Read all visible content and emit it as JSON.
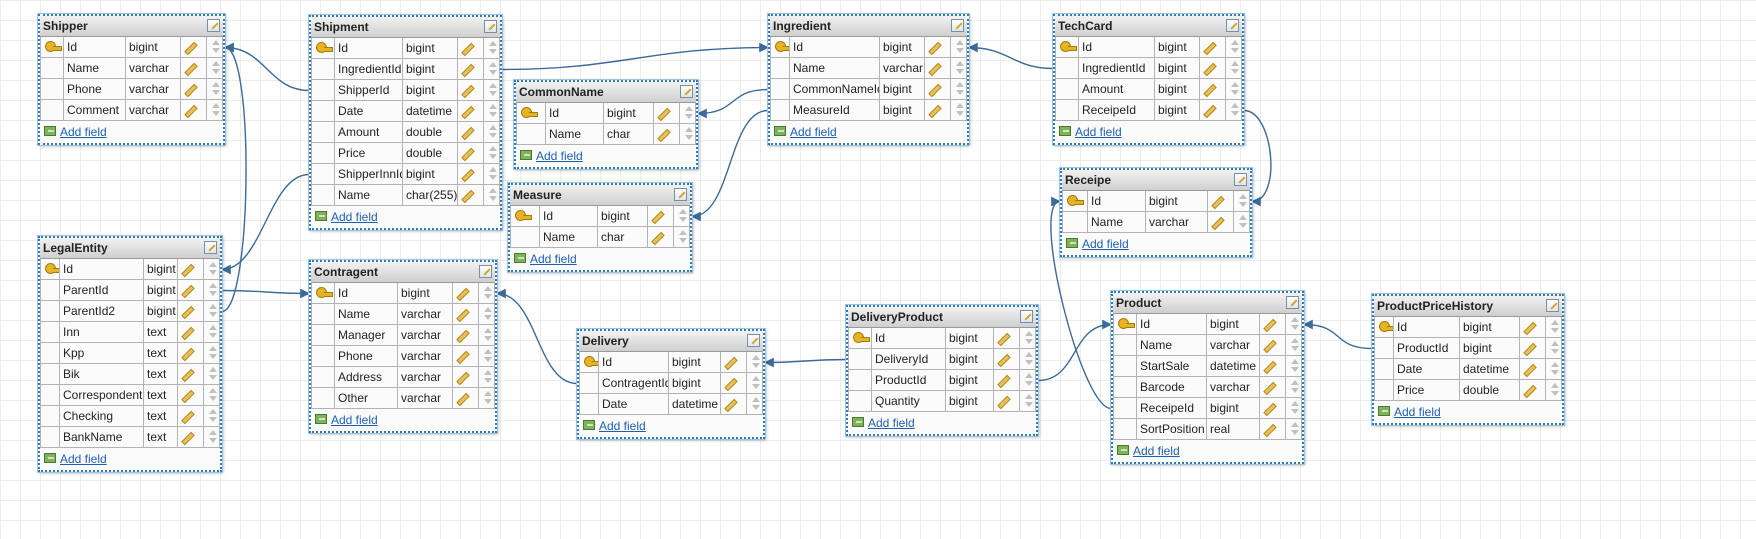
{
  "add_field_label": "Add field",
  "colors": {
    "link": "#3d6a98",
    "frame": "#2f7ab8"
  },
  "tables": [
    {
      "id": "shipper",
      "title": "Shipper",
      "fields": [
        {
          "name": "Id",
          "type": "bigint",
          "pk": true
        },
        {
          "name": "Name",
          "type": "varchar"
        },
        {
          "name": "Phone",
          "type": "varchar"
        },
        {
          "name": "Comment",
          "type": "varchar"
        }
      ]
    },
    {
      "id": "shipment",
      "title": "Shipment",
      "fields": [
        {
          "name": "Id",
          "type": "bigint",
          "pk": true
        },
        {
          "name": "IngredientId",
          "type": "bigint"
        },
        {
          "name": "ShipperId",
          "type": "bigint"
        },
        {
          "name": "Date",
          "type": "datetime"
        },
        {
          "name": "Amount",
          "type": "double"
        },
        {
          "name": "Price",
          "type": "double"
        },
        {
          "name": "ShipperInnId",
          "type": "bigint"
        },
        {
          "name": "Name",
          "type": "char(255)"
        }
      ]
    },
    {
      "id": "commonname",
      "title": "CommonName",
      "fields": [
        {
          "name": "Id",
          "type": "bigint",
          "pk": true
        },
        {
          "name": "Name",
          "type": "char"
        }
      ]
    },
    {
      "id": "measure",
      "title": "Measure",
      "fields": [
        {
          "name": "Id",
          "type": "bigint",
          "pk": true
        },
        {
          "name": "Name",
          "type": "char"
        }
      ]
    },
    {
      "id": "ingredient",
      "title": "Ingredient",
      "fields": [
        {
          "name": "Id",
          "type": "bigint",
          "pk": true
        },
        {
          "name": "Name",
          "type": "varchar"
        },
        {
          "name": "CommonNameId",
          "type": "bigint"
        },
        {
          "name": "MeasureId",
          "type": "bigint"
        }
      ]
    },
    {
      "id": "techcard",
      "title": "TechCard",
      "fields": [
        {
          "name": "Id",
          "type": "bigint",
          "pk": true
        },
        {
          "name": "IngredientId",
          "type": "bigint"
        },
        {
          "name": "Amount",
          "type": "bigint"
        },
        {
          "name": "ReceipeId",
          "type": "bigint"
        }
      ]
    },
    {
      "id": "receipe",
      "title": "Receipe",
      "fields": [
        {
          "name": "Id",
          "type": "bigint",
          "pk": true
        },
        {
          "name": "Name",
          "type": "varchar"
        }
      ]
    },
    {
      "id": "legalentity",
      "title": "LegalEntity",
      "fields": [
        {
          "name": "Id",
          "type": "bigint",
          "pk": true
        },
        {
          "name": "ParentId",
          "type": "bigint"
        },
        {
          "name": "ParentId2",
          "type": "bigint"
        },
        {
          "name": "Inn",
          "type": "text"
        },
        {
          "name": "Kpp",
          "type": "text"
        },
        {
          "name": "Bik",
          "type": "text"
        },
        {
          "name": "Correspondent",
          "type": "text"
        },
        {
          "name": "Checking",
          "type": "text"
        },
        {
          "name": "BankName",
          "type": "text"
        }
      ]
    },
    {
      "id": "contragent",
      "title": "Contragent",
      "fields": [
        {
          "name": "Id",
          "type": "bigint",
          "pk": true
        },
        {
          "name": "Name",
          "type": "varchar"
        },
        {
          "name": "Manager",
          "type": "varchar"
        },
        {
          "name": "Phone",
          "type": "varchar"
        },
        {
          "name": "Address",
          "type": "varchar"
        },
        {
          "name": "Other",
          "type": "varchar"
        }
      ]
    },
    {
      "id": "delivery",
      "title": "Delivery",
      "fields": [
        {
          "name": "Id",
          "type": "bigint",
          "pk": true
        },
        {
          "name": "ContragentId",
          "type": "bigint"
        },
        {
          "name": "Date",
          "type": "datetime"
        }
      ]
    },
    {
      "id": "deliveryproduct",
      "title": "DeliveryProduct",
      "fields": [
        {
          "name": "Id",
          "type": "bigint",
          "pk": true
        },
        {
          "name": "DeliveryId",
          "type": "bigint"
        },
        {
          "name": "ProductId",
          "type": "bigint"
        },
        {
          "name": "Quantity",
          "type": "bigint"
        }
      ]
    },
    {
      "id": "product",
      "title": "Product",
      "fields": [
        {
          "name": "Id",
          "type": "bigint",
          "pk": true
        },
        {
          "name": "Name",
          "type": "varchar"
        },
        {
          "name": "StartSale",
          "type": "datetime"
        },
        {
          "name": "Barcode",
          "type": "varchar"
        },
        {
          "name": "ReceipeId",
          "type": "bigint"
        },
        {
          "name": "SortPosition",
          "type": "real"
        }
      ]
    },
    {
      "id": "productpricehistory",
      "title": "ProductPriceHistory",
      "fields": [
        {
          "name": "Id",
          "type": "bigint",
          "pk": true
        },
        {
          "name": "ProductId",
          "type": "bigint"
        },
        {
          "name": "Date",
          "type": "datetime"
        },
        {
          "name": "Price",
          "type": "double"
        }
      ]
    }
  ],
  "relations": [
    {
      "from": "shipment",
      "from_field": "ShipperId",
      "to": "shipper",
      "to_field": "Id"
    },
    {
      "from": "shipment",
      "from_field": "IngredientId",
      "to": "ingredient",
      "to_field": "Id"
    },
    {
      "from": "shipment",
      "from_field": "ShipperInnId",
      "to": "legalentity",
      "to_field": "Id"
    },
    {
      "from": "ingredient",
      "from_field": "CommonNameId",
      "to": "commonname",
      "to_field": "Id"
    },
    {
      "from": "ingredient",
      "from_field": "MeasureId",
      "to": "measure",
      "to_field": "Id"
    },
    {
      "from": "techcard",
      "from_field": "IngredientId",
      "to": "ingredient",
      "to_field": "Id"
    },
    {
      "from": "techcard",
      "from_field": "ReceipeId",
      "to": "receipe",
      "to_field": "Id"
    },
    {
      "from": "legalentity",
      "from_field": "ParentId2",
      "to": "shipper",
      "to_field": "Id"
    },
    {
      "from": "legalentity",
      "from_field": "ParentId",
      "to": "contragent",
      "to_field": "Id"
    },
    {
      "from": "delivery",
      "from_field": "ContragentId",
      "to": "contragent",
      "to_field": "Id"
    },
    {
      "from": "deliveryproduct",
      "from_field": "DeliveryId",
      "to": "delivery",
      "to_field": "Id"
    },
    {
      "from": "deliveryproduct",
      "from_field": "ProductId",
      "to": "product",
      "to_field": "Id"
    },
    {
      "from": "product",
      "from_field": "ReceipeId",
      "to": "receipe",
      "to_field": "Id"
    },
    {
      "from": "productpricehistory",
      "from_field": "ProductId",
      "to": "product",
      "to_field": "Id"
    }
  ]
}
